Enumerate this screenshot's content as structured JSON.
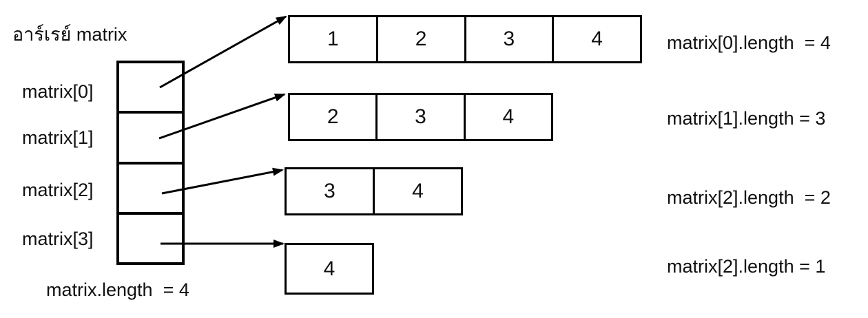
{
  "diagram": {
    "title": "อาร์เรย์ matrix",
    "colors": {
      "line": "#000000",
      "text": "#111111",
      "background": "#ffffff"
    },
    "pointer_array": {
      "labels": [
        "matrix[0]",
        "matrix[1]",
        "matrix[2]",
        "matrix[3]"
      ],
      "length_label": "matrix.length  = 4"
    },
    "rows": [
      {
        "values": [
          "1",
          "2",
          "3",
          "4"
        ],
        "length_label": "matrix[0].length  = 4"
      },
      {
        "values": [
          "2",
          "3",
          "4"
        ],
        "length_label": "matrix[1].length = 3"
      },
      {
        "values": [
          "3",
          "4"
        ],
        "length_label": "matrix[2].length  = 2"
      },
      {
        "values": [
          "4"
        ],
        "length_label": "matrix[2].length = 1"
      }
    ]
  }
}
